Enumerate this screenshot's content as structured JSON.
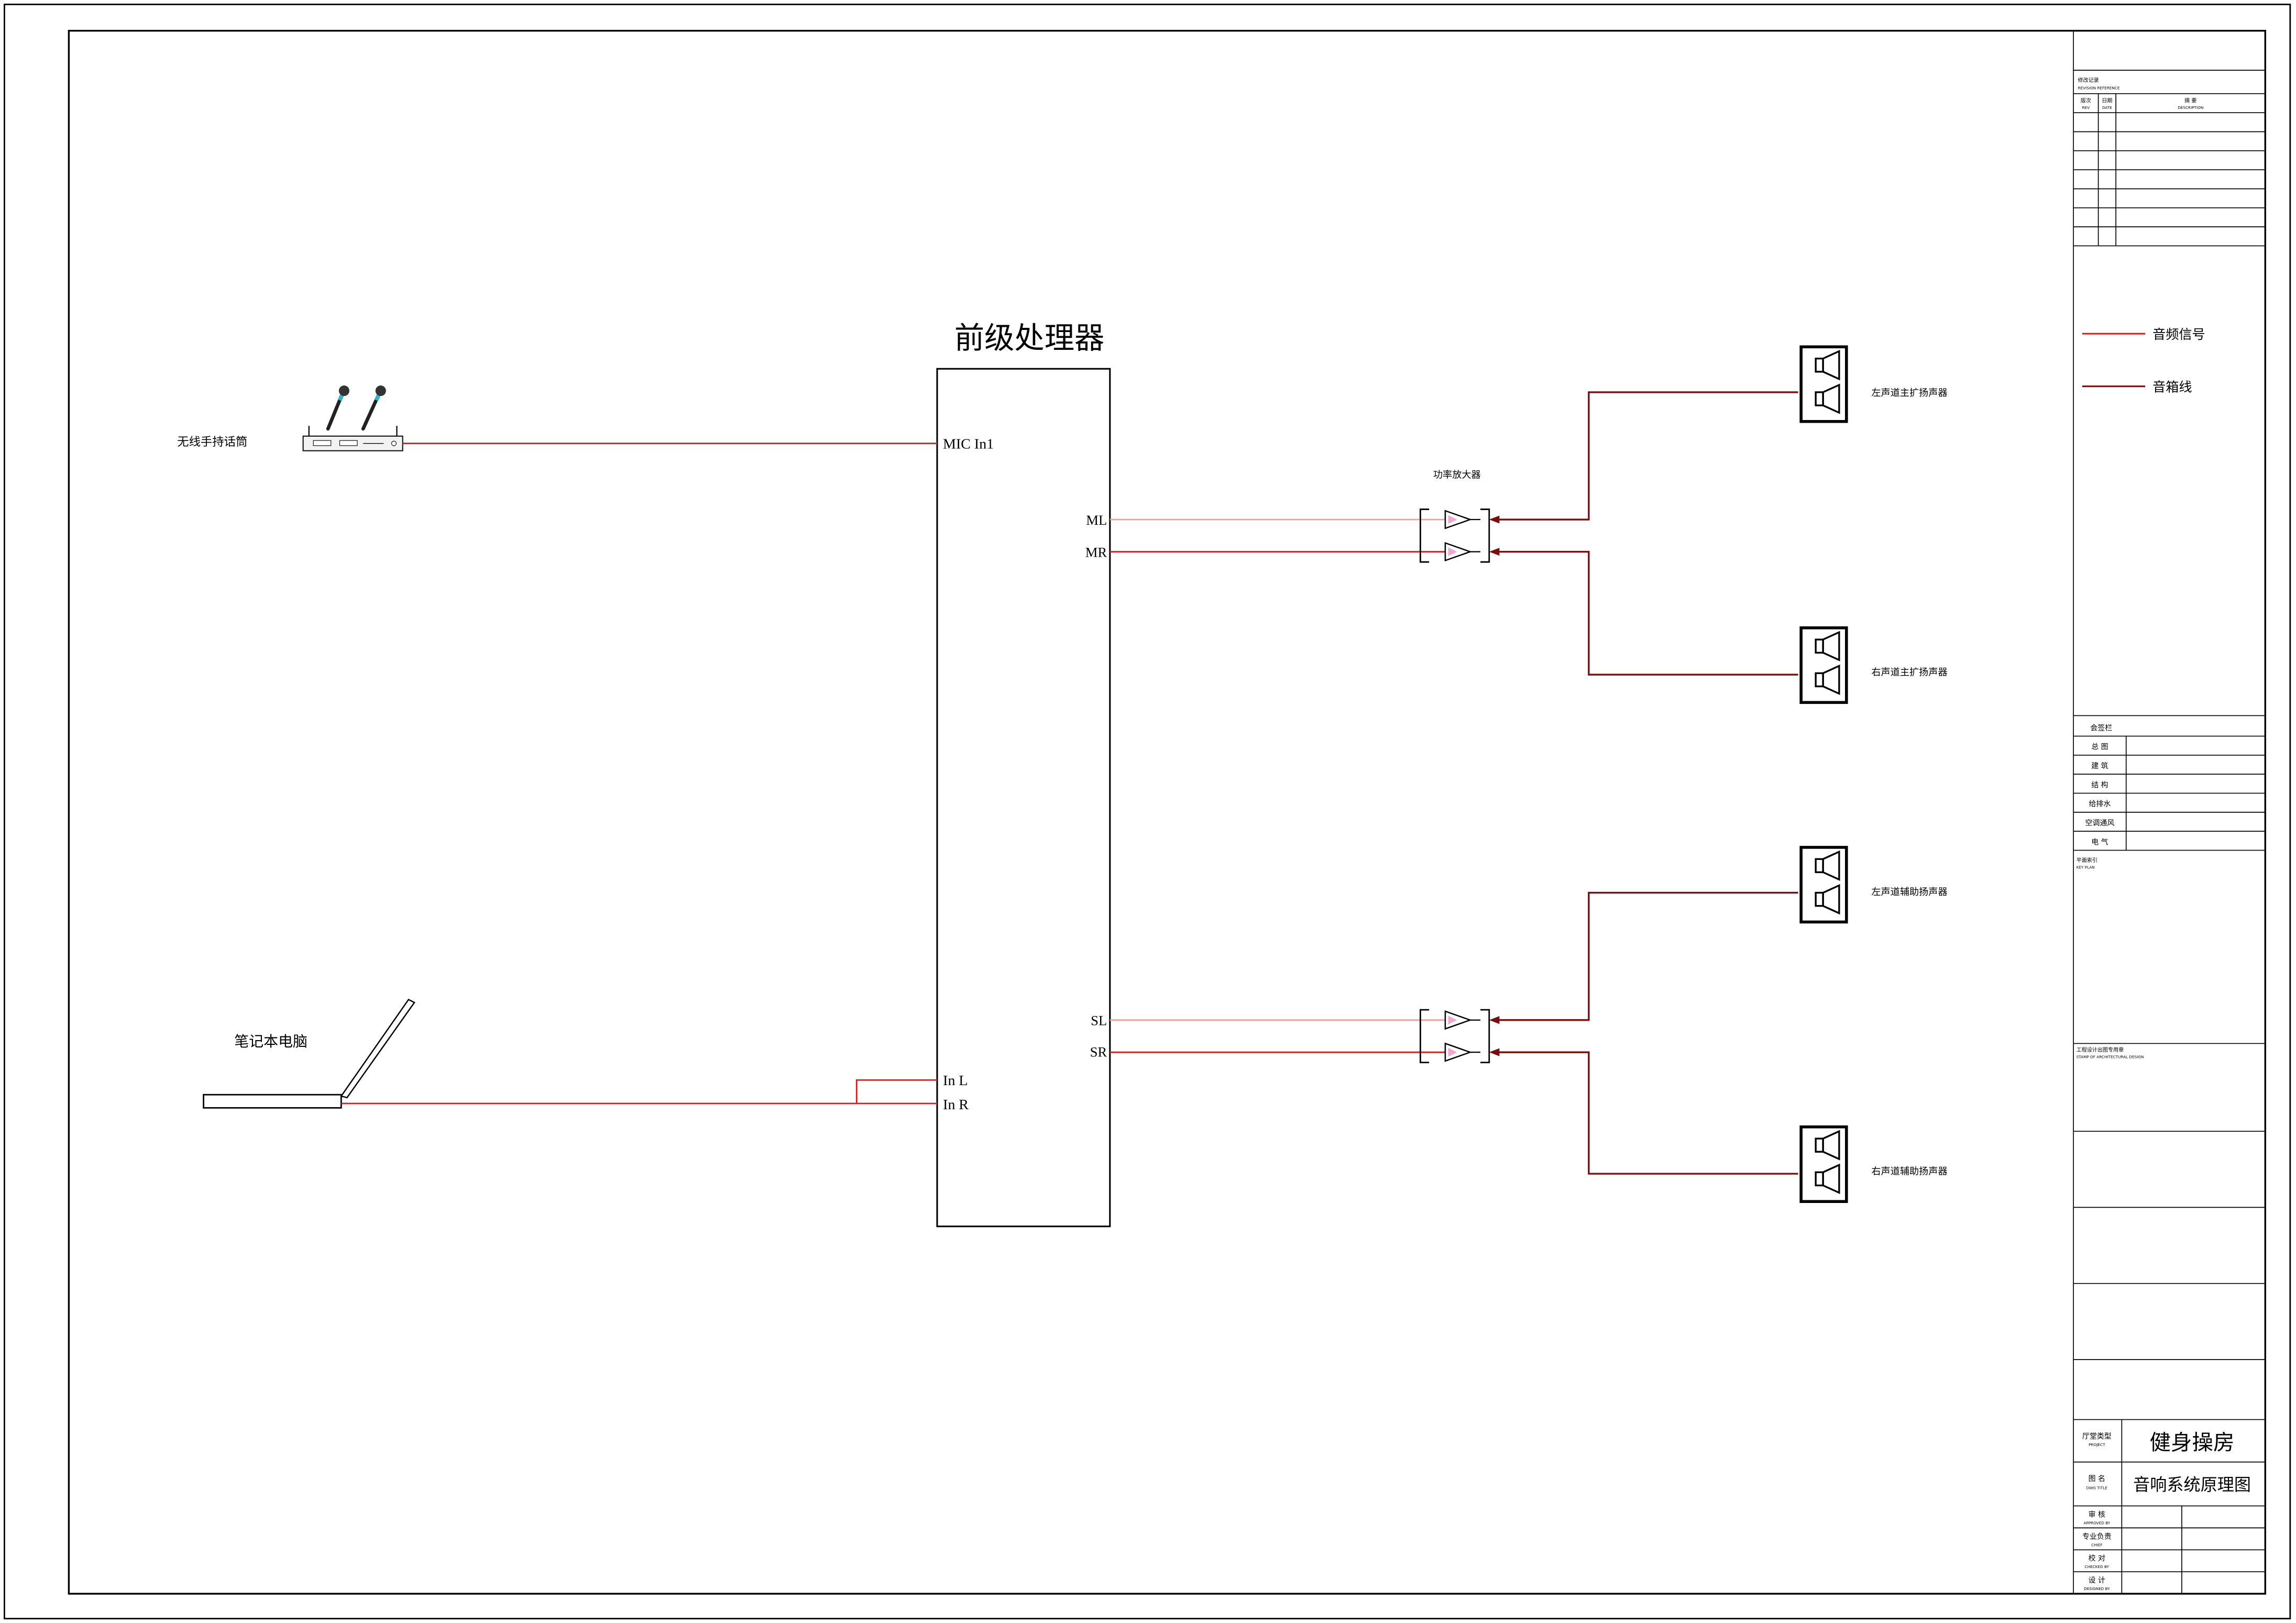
{
  "drawing": {
    "processor": {
      "title": "前级处理器",
      "ports": {
        "mic_in1": "MIC In1",
        "ml": "ML",
        "mr": "MR",
        "sl": "SL",
        "sr": "SR",
        "in_l": "In L",
        "in_r": "In R"
      }
    },
    "sources": {
      "wireless_mic": "无线手持话筒",
      "laptop": "笔记本电脑"
    },
    "amplifier": "功率放大器",
    "speakers": [
      "左声道主扩扬声器",
      "右声道主扩扬声器",
      "左声道辅助扬声器",
      "右声道辅助扬声器"
    ]
  },
  "legend": [
    {
      "label": "音频信号",
      "color": "#d11f1f"
    },
    {
      "label": "音箱线",
      "color": "#7a0c0c"
    }
  ],
  "title_block": {
    "revision": {
      "title": "修改记录",
      "title_en": "REVISION REFERENCE",
      "columns": [
        {
          "cn": "版次",
          "en": "REV"
        },
        {
          "cn": "日期",
          "en": "DATE"
        },
        {
          "cn": "摘 要",
          "en": "DESCRIPTION"
        }
      ]
    },
    "countersign": {
      "title": "会签栏",
      "rows": [
        "总 图",
        "建 筑",
        "结 构",
        "给排水",
        "空调通风",
        "电 气"
      ]
    },
    "key_plan": {
      "cn": "平面索引",
      "en": "KEY PLAN"
    },
    "stamp": {
      "cn": "工程设计出图专用章",
      "en": "STAMP OF ARCHITECTURAL DESIGN"
    },
    "project": {
      "label_cn": "厅堂类型",
      "label_en": "PROJECT",
      "value": "健身操房"
    },
    "drawing_title": {
      "label_cn": "图 名",
      "label_en": "DWG TITLE",
      "value": "音响系统原理图"
    },
    "signoff": [
      {
        "cn": "审 核",
        "en": "APPROVED BY"
      },
      {
        "cn": "专业负责",
        "en": "CHIEF"
      },
      {
        "cn": "校 对",
        "en": "CHECKED BY"
      },
      {
        "cn": "设 计",
        "en": "DESIGNED BY"
      }
    ]
  },
  "colors": {
    "audio_signal": "#d11f1f",
    "audio_signal_light": "#e9a3a3",
    "speaker_line": "#7a0c0c",
    "title_text": "#d11f1f"
  }
}
